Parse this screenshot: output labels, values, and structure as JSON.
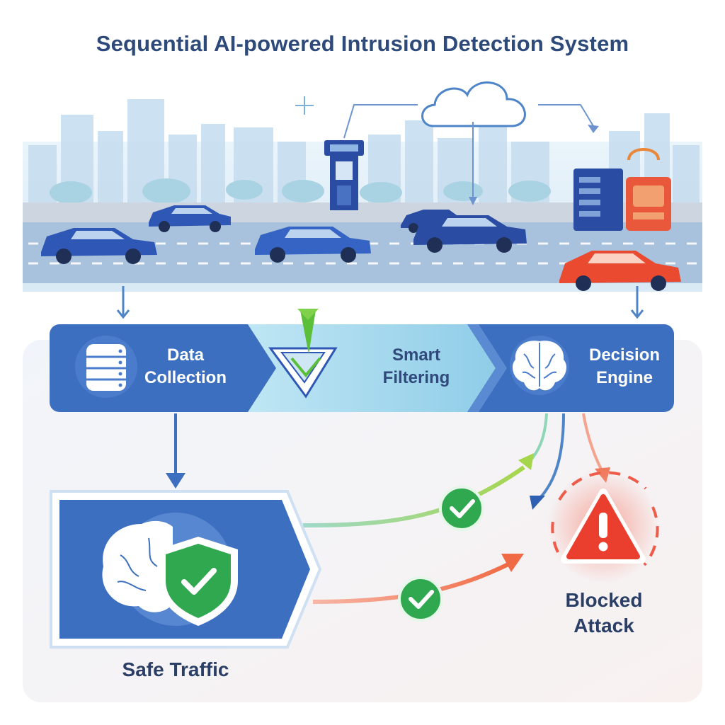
{
  "title": "Sequential AI-powered Intrusion Detection System",
  "pipeline": {
    "stage1": {
      "line1": "Data",
      "line2": "Collection",
      "icon": "database-icon"
    },
    "stage2": {
      "line1": "Smart",
      "line2": "Filtering",
      "icon": "filter-funnel-icon"
    },
    "stage3": {
      "line1": "Decision",
      "line2": "Engine",
      "icon": "brain-icon"
    }
  },
  "outcomes": {
    "safe": {
      "label": "Safe Traffic",
      "icon": "shield-check-icon"
    },
    "blocked": {
      "label1": "Blocked",
      "label2": "Attack",
      "icon": "warning-triangle-icon"
    }
  },
  "colors": {
    "title": "#2d4a7a",
    "pipeline_blue": "#3d6fc0",
    "pipeline_light": "#8fcde8",
    "safe_green": "#2fa84f",
    "attack_red": "#e8412f",
    "car_red": "#e94a30"
  }
}
